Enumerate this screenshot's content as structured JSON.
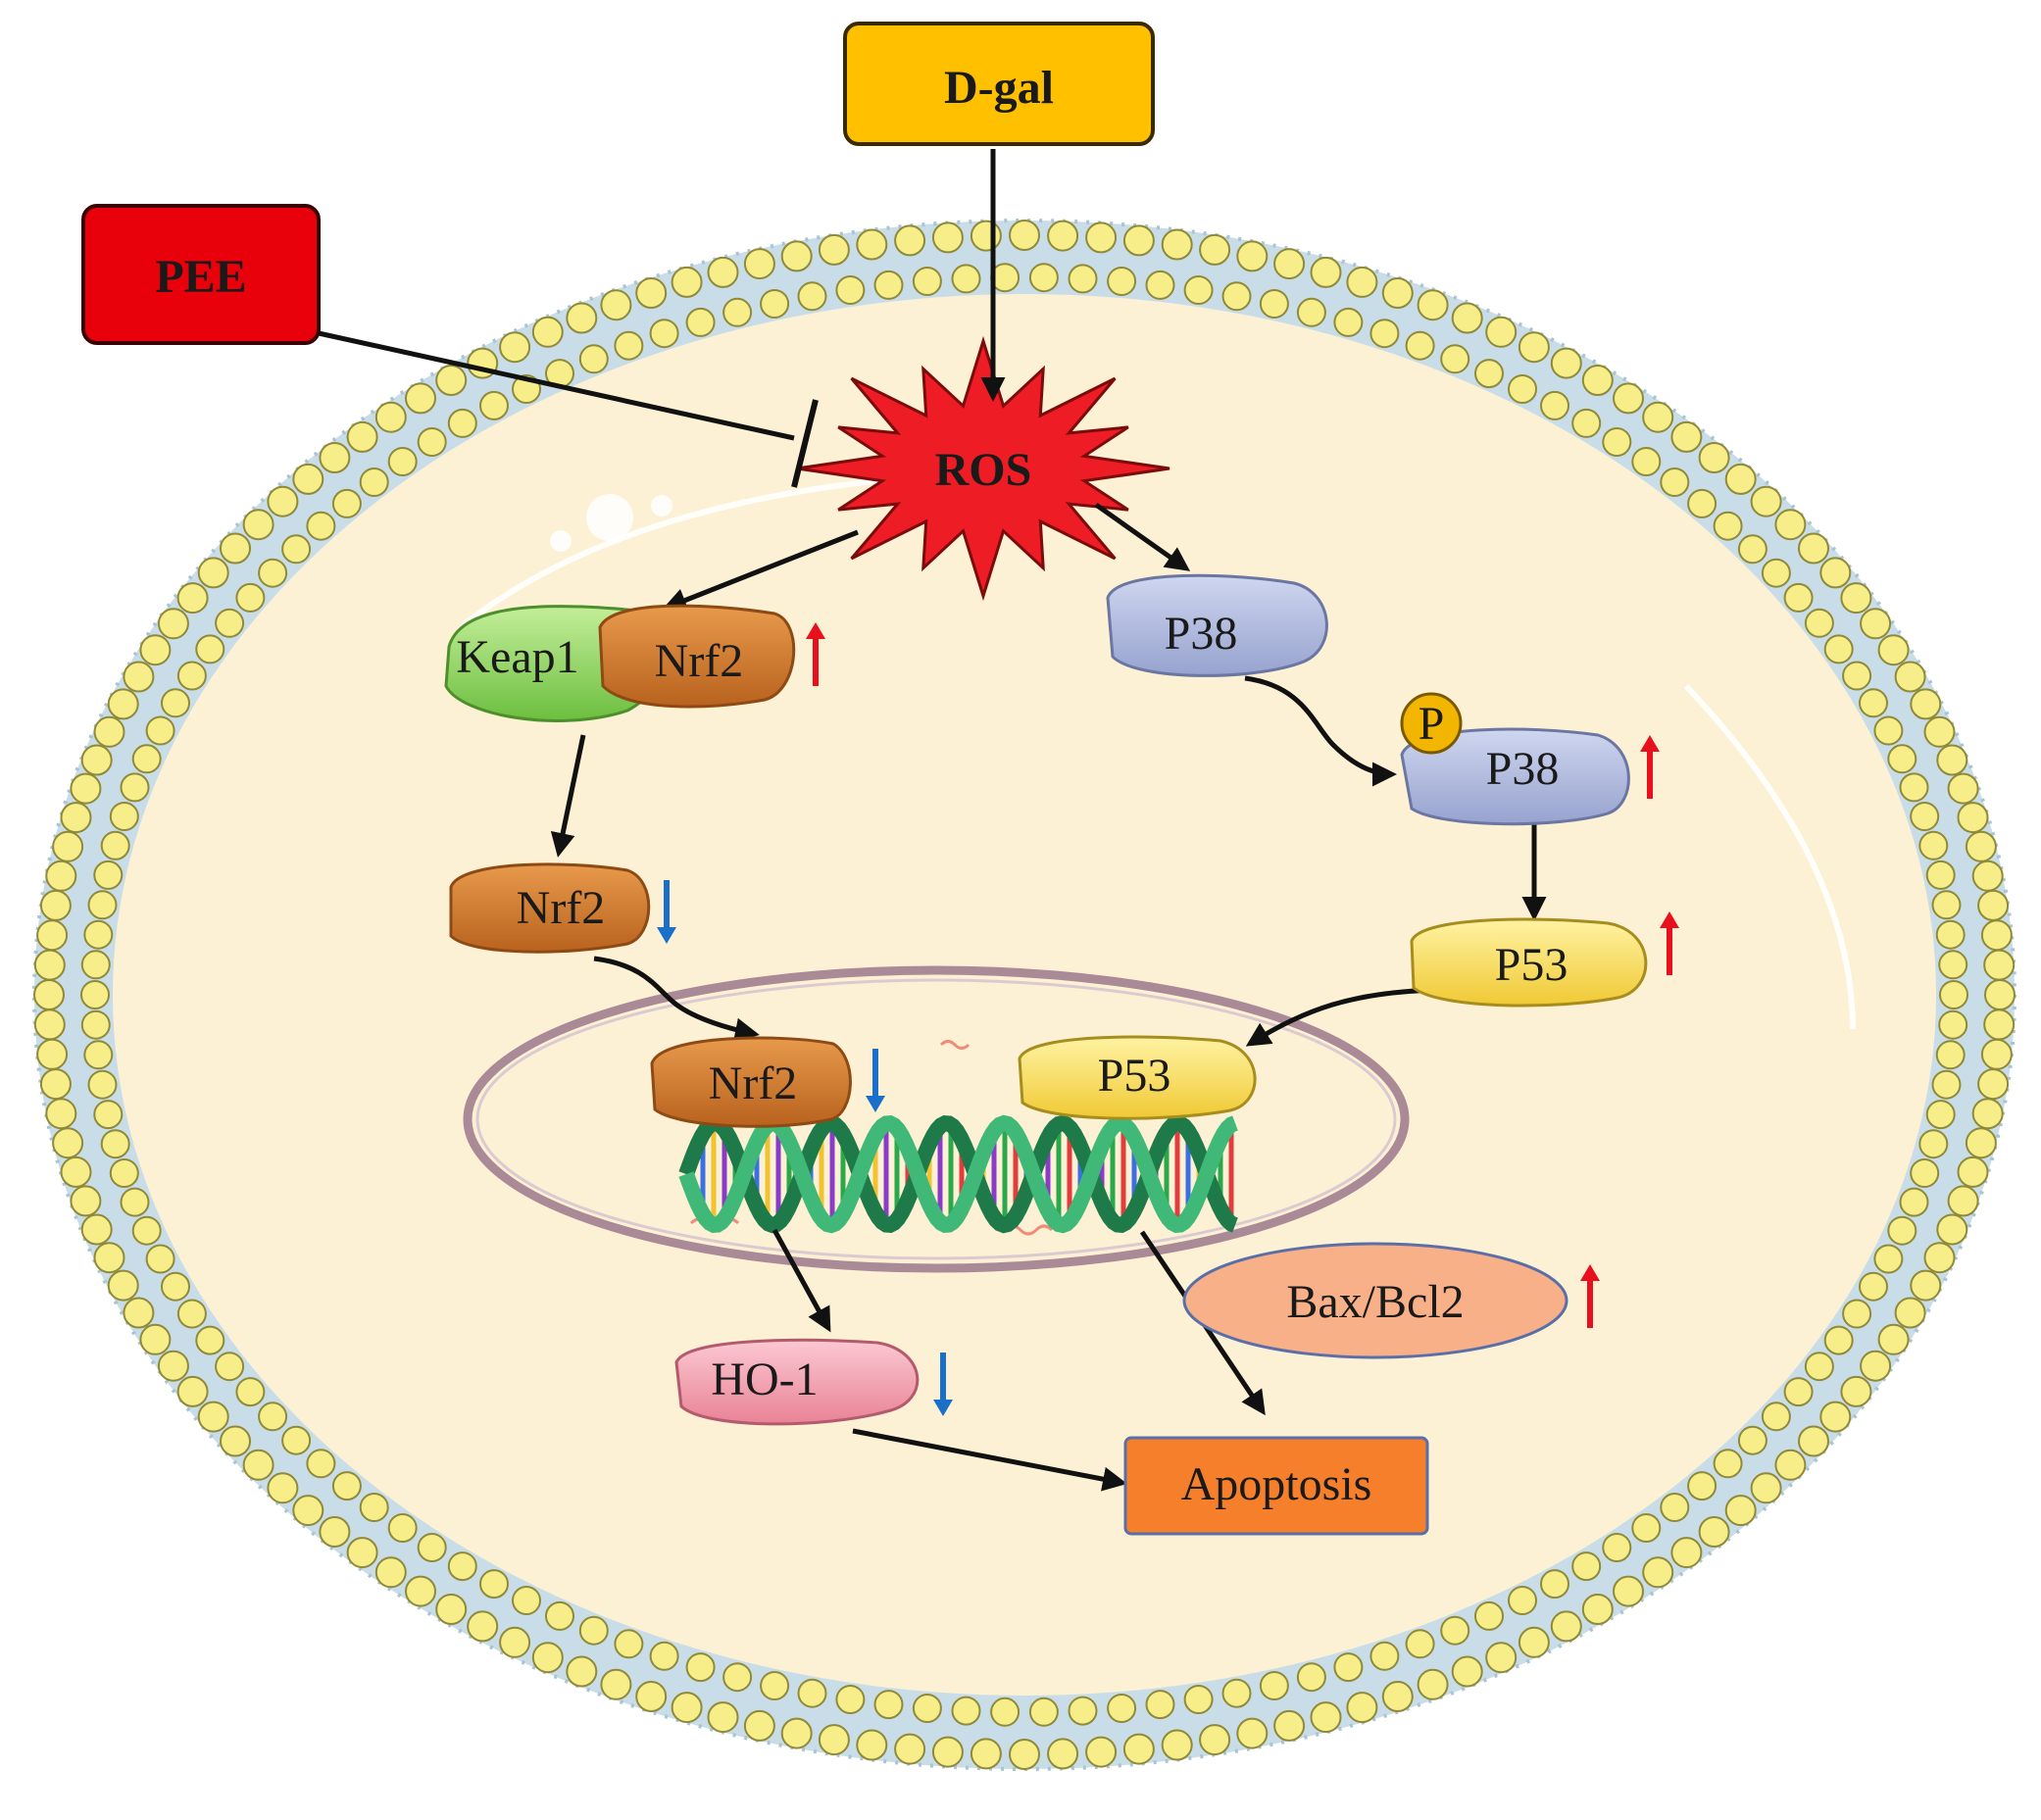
{
  "inputs": {
    "dgal": "D-gal",
    "pee": "PEE"
  },
  "ros": "ROS",
  "left_pathway": {
    "keap1": "Keap1",
    "nrf2_complex": "Nrf2",
    "nrf2_free": "Nrf2",
    "nrf2_nuclear": "Nrf2",
    "ho1": "HO-1"
  },
  "right_pathway": {
    "p38": "P38",
    "phospho_symbol": "P",
    "p_p38": "P38",
    "p53_cyto": "P53",
    "p53_nuclear": "P53",
    "bax_bcl2": "Bax/Bcl2"
  },
  "outcome": {
    "apoptosis": "Apoptosis"
  },
  "indicators": {
    "nrf2_complex": "up",
    "p_p38": "up",
    "p53_cyto": "up",
    "nrf2_free": "down",
    "nrf2_nuclear": "down",
    "bax_bcl2": "up",
    "ho1": "down"
  },
  "colors": {
    "up_arrow": "#e8101c",
    "down_arrow": "#1a6fc9",
    "dgal_box": "#ffc000",
    "pee_box": "#e8000b",
    "ros_burst": "#ee1c25",
    "apoptosis_box": "#f57f2b",
    "cytoplasm": "#fcf1d4",
    "lipid_head": "#f7ee8a",
    "nrf2": "#d97e2e",
    "keap1": "#9ad66f",
    "p38": "#b8c2e2",
    "p53": "#f8e06a",
    "ho1": "#f4a3b3",
    "bax_bcl2": "#f8b089"
  }
}
